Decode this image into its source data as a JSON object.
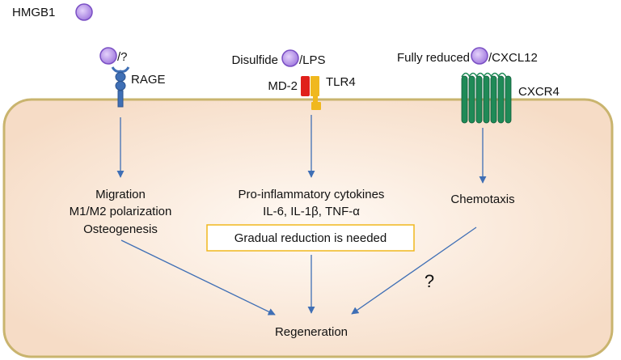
{
  "legend": {
    "ligand_label": "HMGB1"
  },
  "pathways": {
    "rage": {
      "ligand_suffix": "/?",
      "receptor_label": "RAGE",
      "effects": [
        "Migration",
        "M1/M2 polarization",
        "Osteogenesis"
      ]
    },
    "tlr4": {
      "ligand_prefix": "Disulfide",
      "ligand_suffix": "/LPS",
      "coreceptor_label": "MD-2",
      "receptor_label": "TLR4",
      "effects": [
        "Pro-inflammatory cytokines",
        "IL-6, IL-1β, TNF-α"
      ],
      "note": "Gradual reduction is needed"
    },
    "cxcr4": {
      "ligand_prefix": "Fully reduced",
      "ligand_suffix": "/CXCL12",
      "receptor_label": "CXCR4",
      "effect": "Chemotaxis",
      "uncertain_mark": "?"
    }
  },
  "outcome": "Regeneration",
  "colors": {
    "hmgb1": "#b48be8",
    "hmgb1_stroke": "#7a4fc4",
    "cell_fill_center": "#fffaf4",
    "cell_fill_edge": "#f6dcc6",
    "cell_border": "#c9b46e",
    "arrow": "#3f6fb5",
    "rage": "#3f6fb5",
    "md2": "#e0201b",
    "tlr4": "#f0b81e",
    "cxcr4": "#1f8a57",
    "note_border": "#f0b81e"
  }
}
